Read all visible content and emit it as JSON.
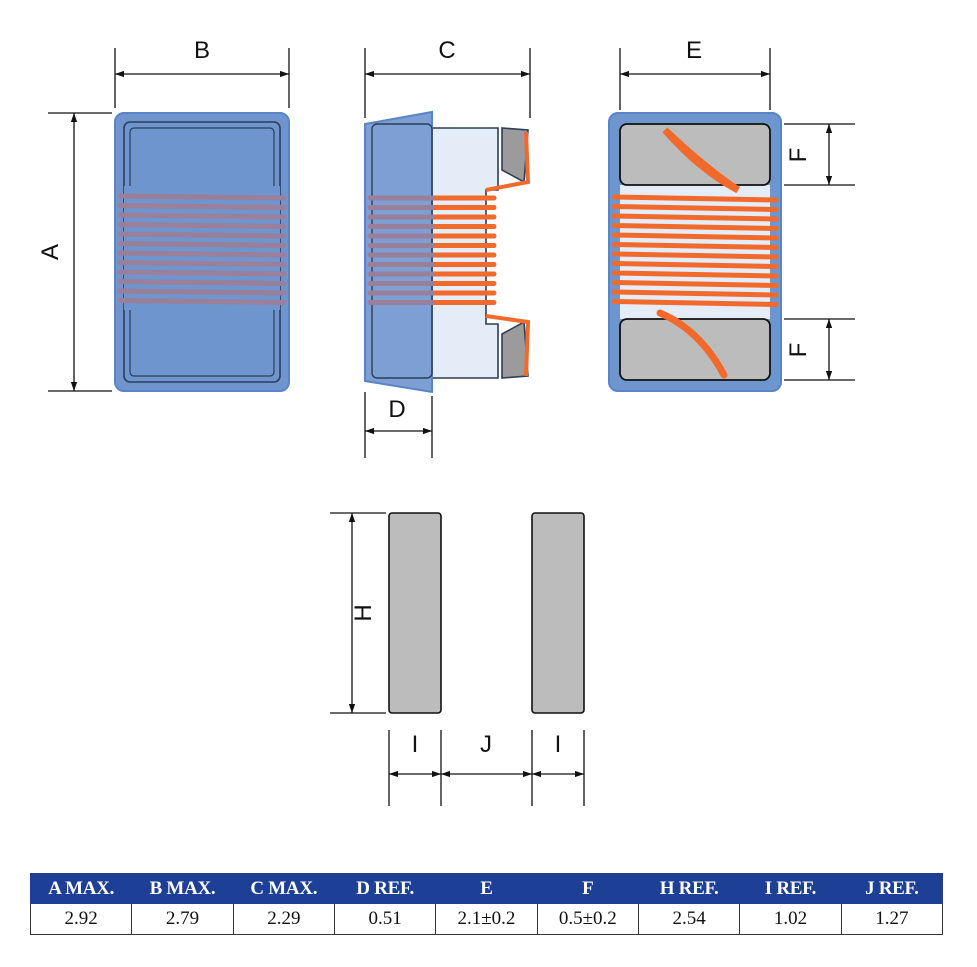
{
  "dimension_labels": {
    "a": "A",
    "b": "B",
    "c": "C",
    "d": "D",
    "e": "E",
    "f_top": "F",
    "f_bottom": "F",
    "h": "H",
    "i_left": "I",
    "j": "J",
    "i_right": "I"
  },
  "table": {
    "headers": [
      "A MAX.",
      "B MAX.",
      "C MAX.",
      "D REF.",
      "E",
      "F",
      "H REF.",
      "I REF.",
      "J REF."
    ],
    "values": [
      "2.92",
      "2.79",
      "2.29",
      "0.51",
      "2.1±0.2",
      "0.5±0.2",
      "2.54",
      "1.02",
      "1.27"
    ]
  },
  "colors": {
    "body_blue": "#6f95cf",
    "coil_orange": "#f26a2b",
    "terminal_gray": "#bcbcbc",
    "header_blue": "#1d3f95"
  }
}
